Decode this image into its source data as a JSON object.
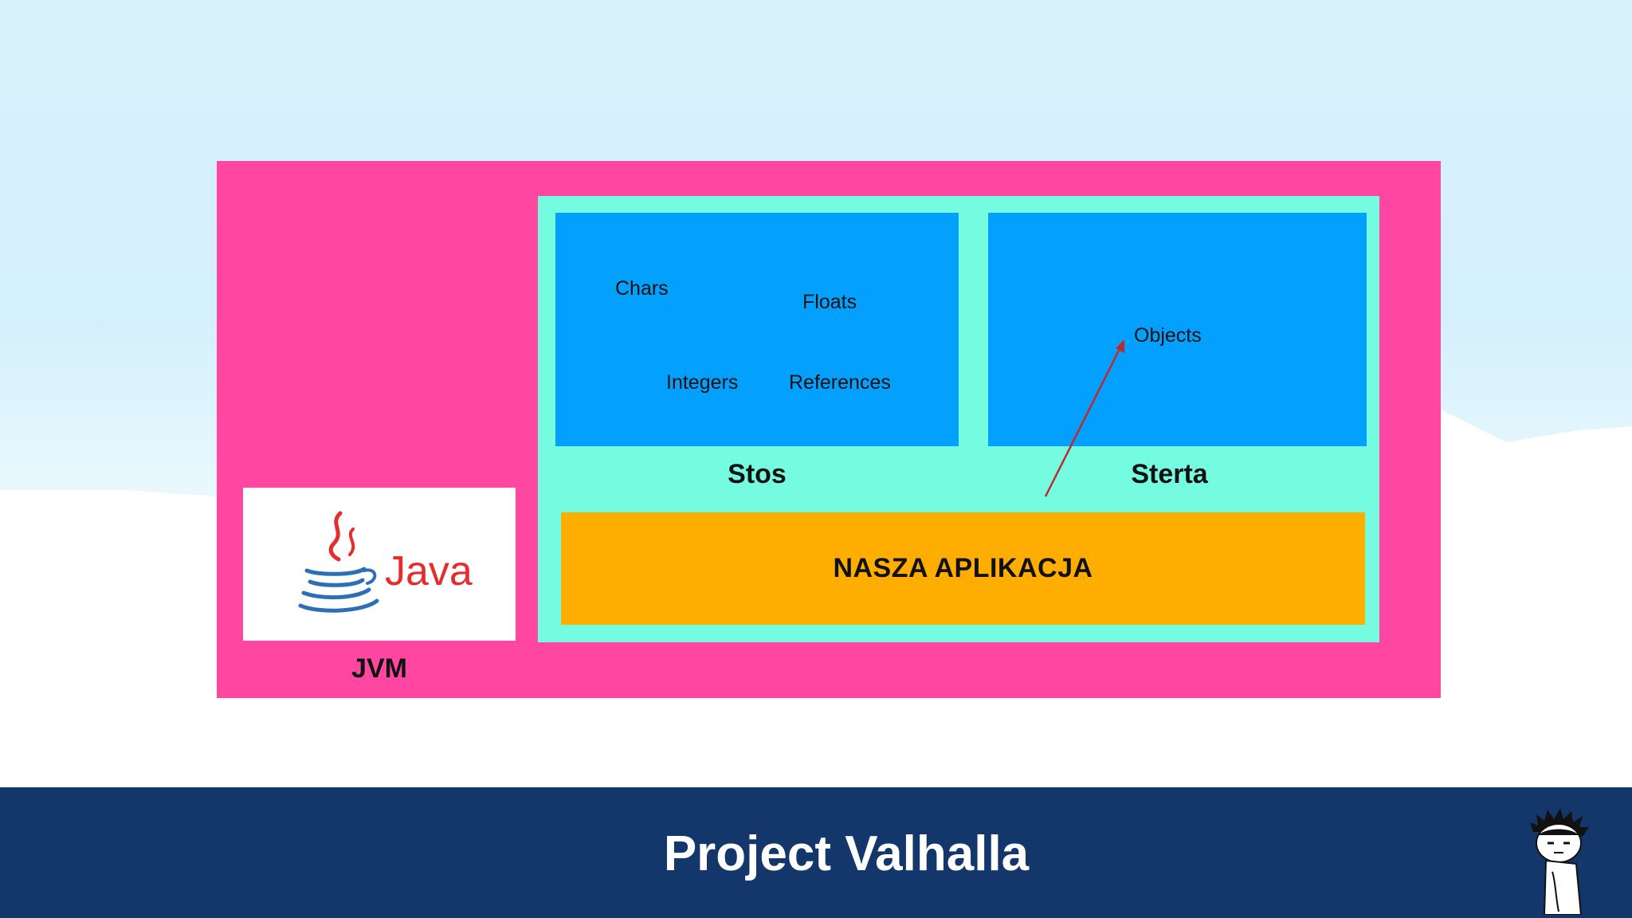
{
  "jvm": {
    "label": "JVM",
    "logo_text": "Java"
  },
  "stack": {
    "label": "Stos",
    "items": [
      "Chars",
      "Floats",
      "Integers",
      "References"
    ]
  },
  "heap": {
    "label": "Sterta",
    "items": [
      "Objects"
    ]
  },
  "application": {
    "label": "NASZA APLIKACJA"
  },
  "footer": {
    "title": "Project Valhalla"
  },
  "colors": {
    "jvm": "#ff46a0",
    "runtime": "#74fbe0",
    "memory": "#03a0fe",
    "application": "#ffae00",
    "footer": "#13376b",
    "arrow": "#c0282c"
  },
  "icons": [
    "java-logo",
    "mascot-character"
  ]
}
